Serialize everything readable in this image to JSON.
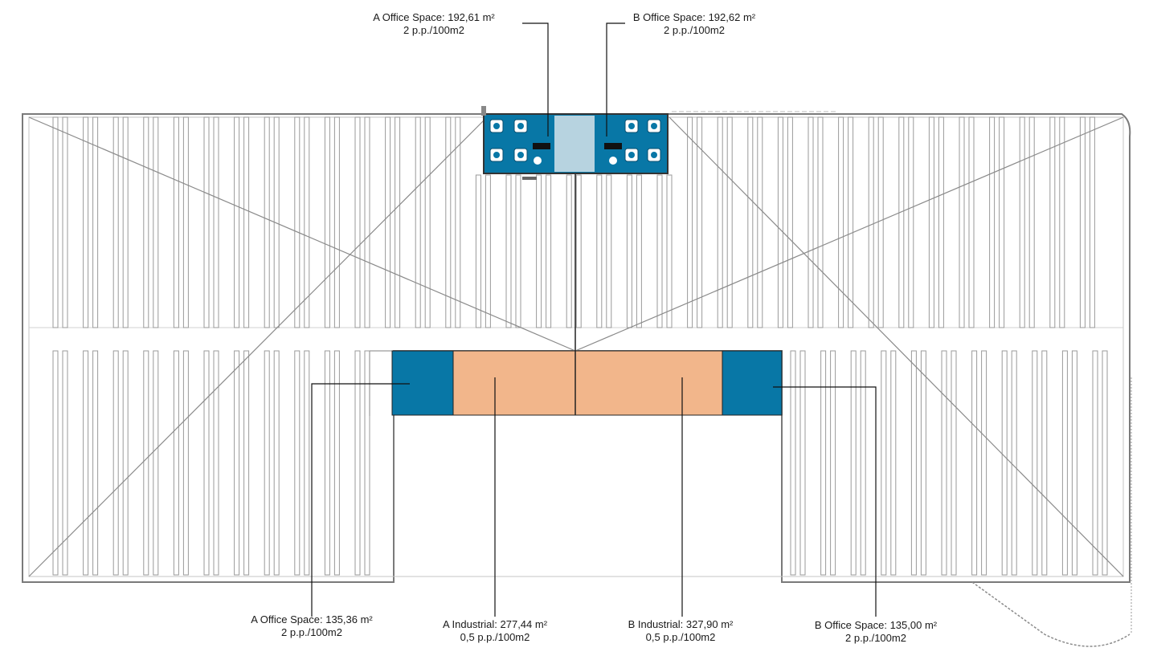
{
  "labels": {
    "top_a_office": {
      "line1": "A Office Space:  192,61 m²",
      "line2": "2 p.p./100m2"
    },
    "top_b_office": {
      "line1": "B Office Space:  192,62 m²",
      "line2": "2 p.p./100m2"
    },
    "bottom_a_office": {
      "line1": "A Office Space:  135,36 m²",
      "line2": "2 p.p./100m2"
    },
    "a_industrial": {
      "line1": "A Industrial:  277,44 m²",
      "line2": "0,5 p.p./100m2"
    },
    "b_industrial": {
      "line1": "B Industrial:  327,90 m²",
      "line2": "0,5 p.p./100m2"
    },
    "bottom_b_office": {
      "line1": "B Office Space:  135,00 m²",
      "line2": "2 p.p./100m2"
    }
  },
  "colors": {
    "office": "#0877a6",
    "industrial": "#f2b68b",
    "racks": "#9a9a9a",
    "outline": "#7a7a7a",
    "leader": "#111111"
  }
}
